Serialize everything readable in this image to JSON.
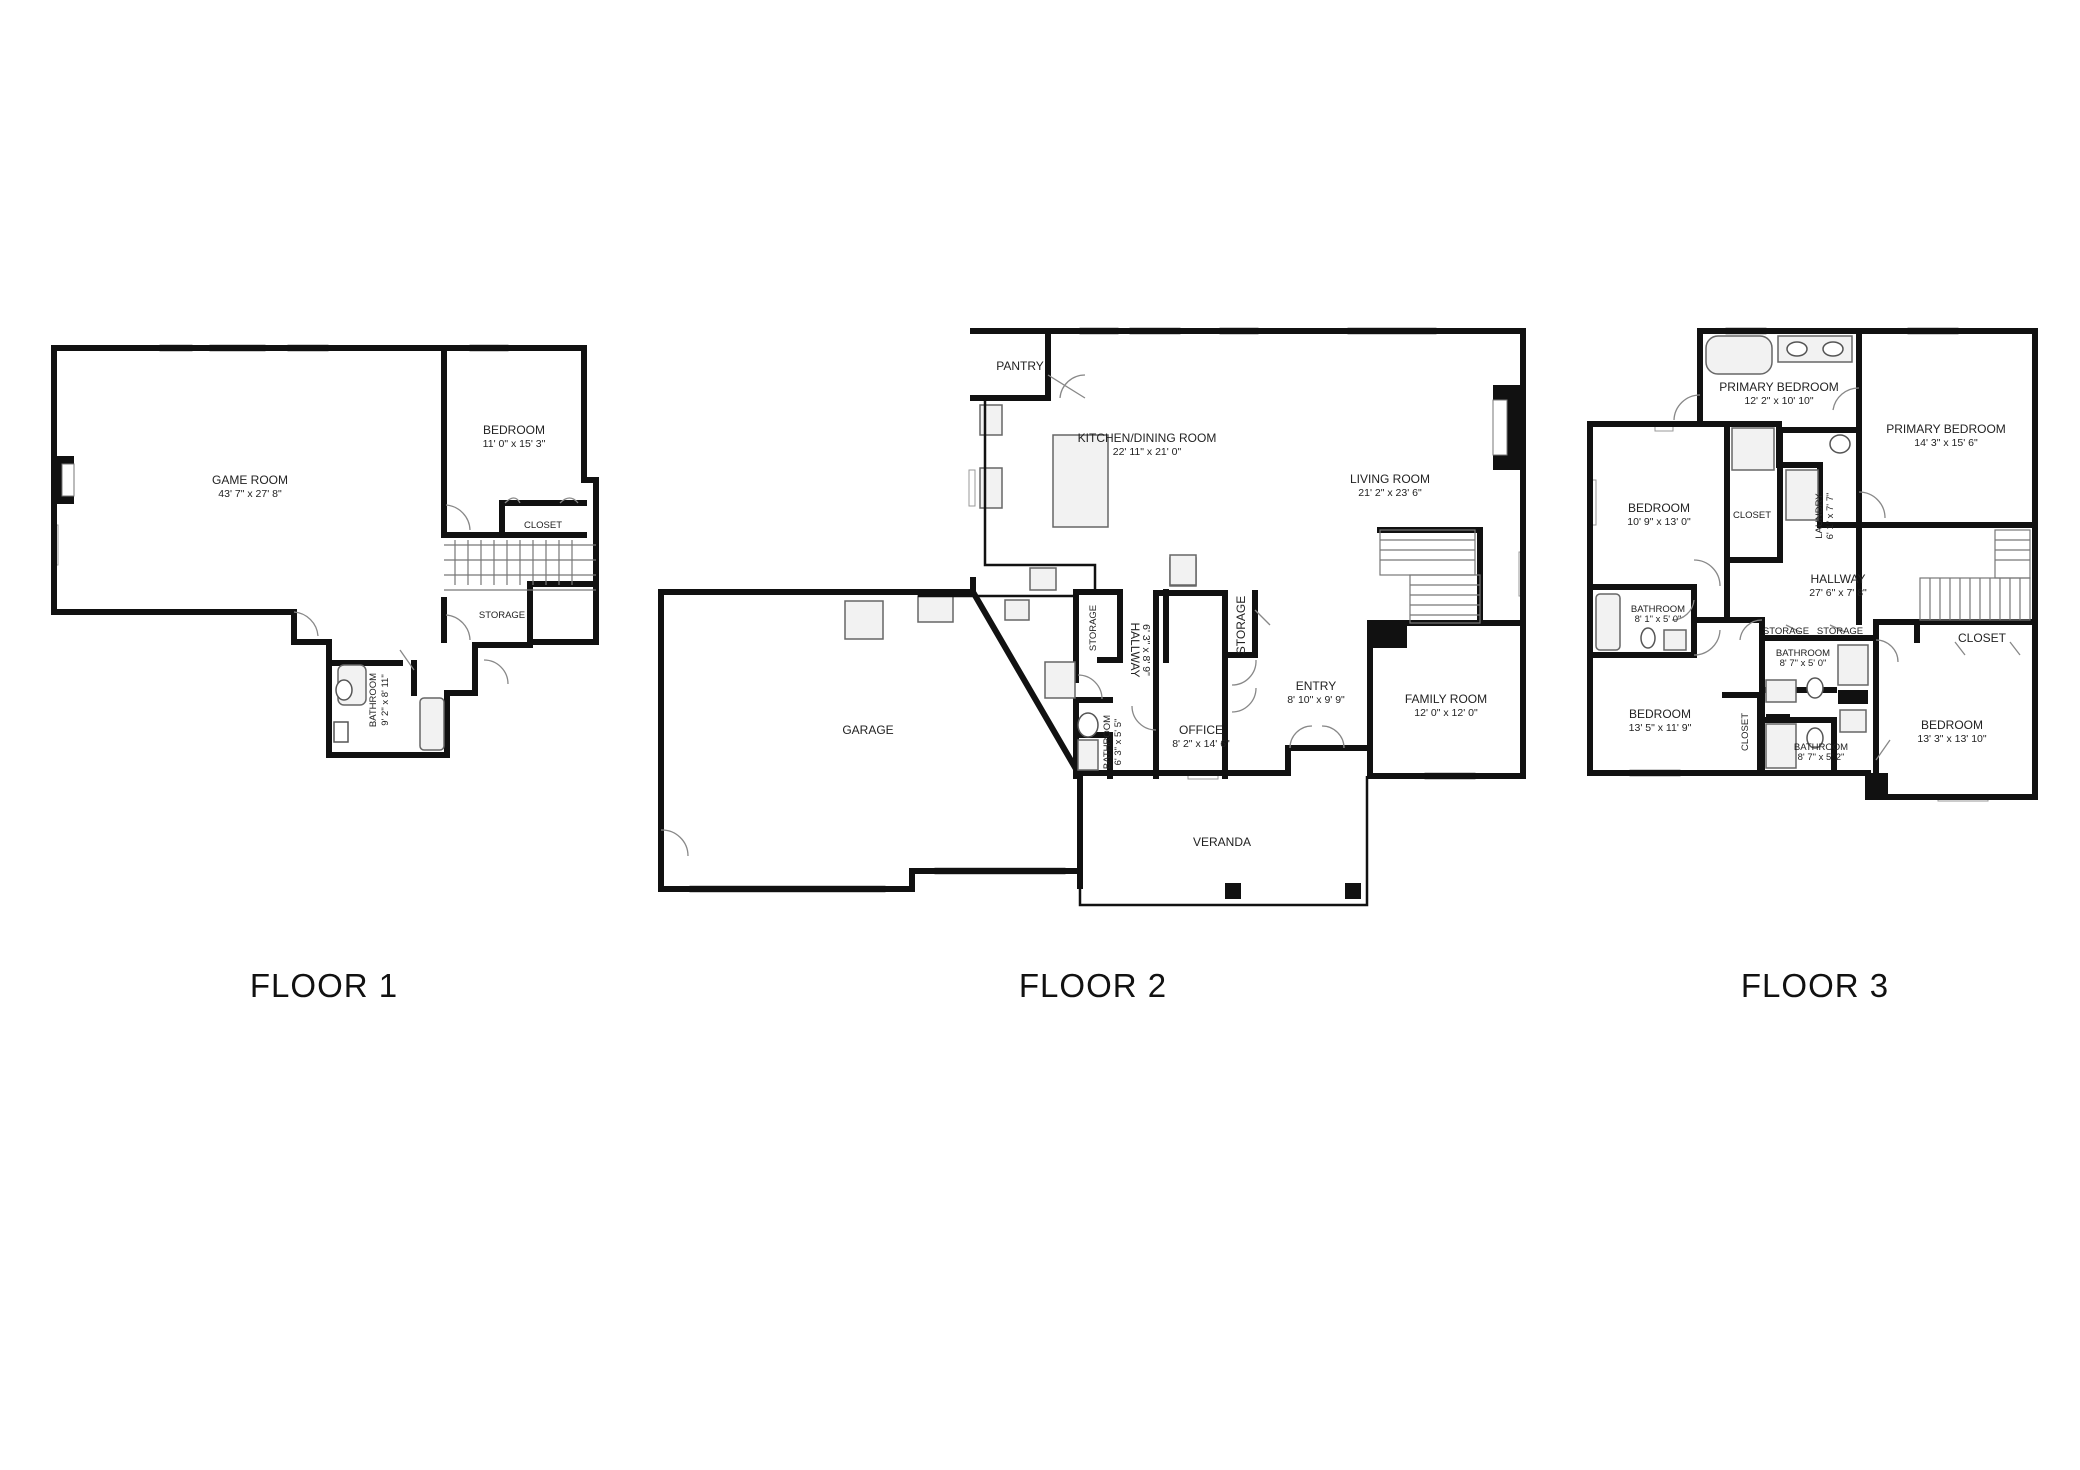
{
  "floors": [
    {
      "label": "FLOOR 1"
    },
    {
      "label": "FLOOR 2"
    },
    {
      "label": "FLOOR 3"
    }
  ],
  "rooms": {
    "f1_game": {
      "name": "GAME ROOM",
      "dims": "43' 7\" x 27' 8\""
    },
    "f1_bedroom": {
      "name": "BEDROOM",
      "dims": "11' 0\" x 15' 3\""
    },
    "f1_closet": {
      "name": "CLOSET"
    },
    "f1_storage": {
      "name": "STORAGE"
    },
    "f1_bathroom": {
      "name": "BATHROOM",
      "dims": "9' 2\" x 8' 11\""
    },
    "f2_pantry": {
      "name": "PANTRY"
    },
    "f2_kitchen": {
      "name": "KITCHEN/DINING ROOM",
      "dims": "22' 11\" x 21' 0\""
    },
    "f2_living": {
      "name": "LIVING ROOM",
      "dims": "21' 2\" x 23' 6\""
    },
    "f2_garage": {
      "name": "GARAGE"
    },
    "f2_storage1": {
      "name": "STORAGE"
    },
    "f2_hallway": {
      "name": "HALLWAY",
      "dims": "6' 3\" x 8' 9\""
    },
    "f2_storage2": {
      "name": "STORAGE"
    },
    "f2_entry": {
      "name": "ENTRY",
      "dims": "8' 10\" x 9' 9\""
    },
    "f2_family": {
      "name": "FAMILY ROOM",
      "dims": "12' 0\" x 12' 0\""
    },
    "f2_bathroom": {
      "name": "BATHROOM",
      "dims": "6' 3\" x 5' 5\""
    },
    "f2_office": {
      "name": "OFFICE",
      "dims": "8' 2\" x 14' 6\""
    },
    "f2_veranda": {
      "name": "VERANDA"
    },
    "f3_primary_bed_a": {
      "name": "PRIMARY BEDROOM",
      "dims": "12' 2\" x 10' 10\""
    },
    "f3_primary_bed_b": {
      "name": "PRIMARY BEDROOM",
      "dims": "14' 3\" x 15' 6\""
    },
    "f3_bedroom_a": {
      "name": "BEDROOM",
      "dims": "10' 9\" x 13' 0\""
    },
    "f3_closet_a": {
      "name": "CLOSET"
    },
    "f3_laundry": {
      "name": "LAUNDRY",
      "dims": "6' 1\" x 7' 7\""
    },
    "f3_hallway": {
      "name": "HALLWAY",
      "dims": "27' 6\" x 7' 8\""
    },
    "f3_bathroom_a": {
      "name": "BATHROOM",
      "dims": "8' 1\" x 5' 0\""
    },
    "f3_storage_a": {
      "name": "STORAGE"
    },
    "f3_storage_b": {
      "name": "STORAGE"
    },
    "f3_closet_b": {
      "name": "CLOSET"
    },
    "f3_bathroom_b": {
      "name": "BATHROOM",
      "dims": "8' 7\" x 5' 0\""
    },
    "f3_bedroom_b": {
      "name": "BEDROOM",
      "dims": "13' 5\" x 11' 9\""
    },
    "f3_closet_c": {
      "name": "CLOSET"
    },
    "f3_bathroom_c": {
      "name": "BATHROOM",
      "dims": "8' 7\" x 5' 2\""
    },
    "f3_bedroom_c": {
      "name": "BEDROOM",
      "dims": "13' 3\" x 13' 10\""
    }
  }
}
